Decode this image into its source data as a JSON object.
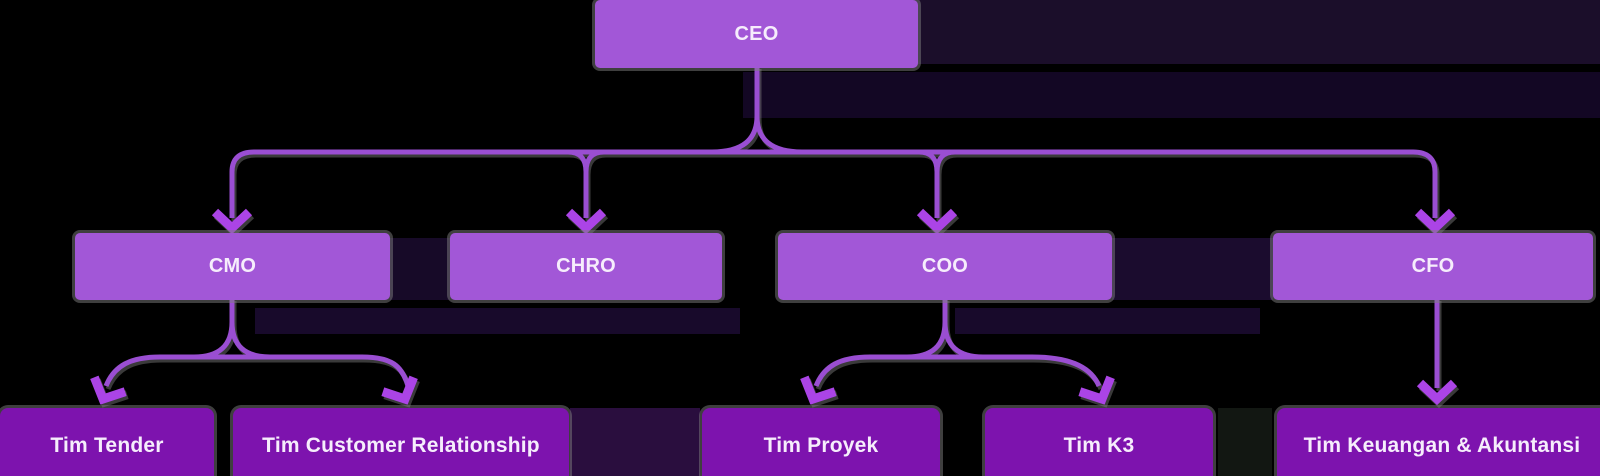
{
  "diagram": {
    "type": "org-chart",
    "nodes": {
      "ceo": {
        "label": "CEO",
        "level": 1
      },
      "cmo": {
        "label": "CMO",
        "level": 2
      },
      "chro": {
        "label": "CHRO",
        "level": 2
      },
      "coo": {
        "label": "COO",
        "level": 2
      },
      "cfo": {
        "label": "CFO",
        "level": 2
      },
      "tim_tender": {
        "label": "Tim Tender",
        "level": 3
      },
      "tim_customer_relationship": {
        "label": "Tim Customer Relationship",
        "level": 3
      },
      "tim_proyek": {
        "label": "Tim Proyek",
        "level": 3
      },
      "tim_k3": {
        "label": "Tim K3",
        "level": 3
      },
      "tim_keuangan_akuntansi": {
        "label": "Tim Keuangan & Akuntansi",
        "level": 3
      }
    },
    "edges": [
      {
        "from": "CEO",
        "to": "CMO"
      },
      {
        "from": "CEO",
        "to": "CHRO"
      },
      {
        "from": "CEO",
        "to": "COO"
      },
      {
        "from": "CEO",
        "to": "CFO"
      },
      {
        "from": "CMO",
        "to": "Tim Tender"
      },
      {
        "from": "CMO",
        "to": "Tim Customer Relationship"
      },
      {
        "from": "COO",
        "to": "Tim Proyek"
      },
      {
        "from": "COO",
        "to": "Tim K3"
      },
      {
        "from": "CFO",
        "to": "Tim Keuangan & Akuntansi"
      }
    ],
    "palette": {
      "background": "#000000",
      "manager_box_fill": "#a257d7",
      "team_box_fill": "#7d13ae",
      "box_text": "#f6edfc",
      "connector_line": "#9a4ed2",
      "connector_arrowhead": "#ab44e6"
    }
  }
}
